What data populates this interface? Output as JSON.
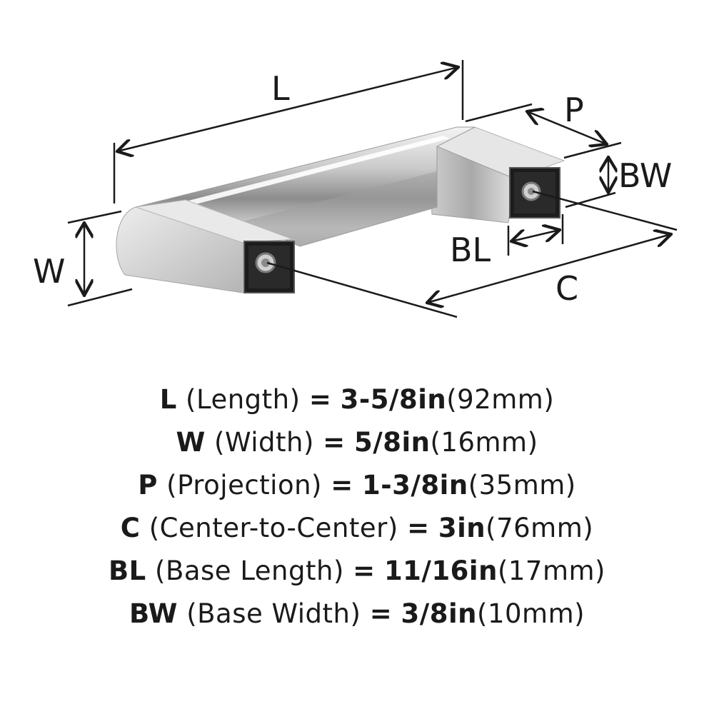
{
  "diagram": {
    "labels": {
      "L": "L",
      "P": "P",
      "BW": "BW",
      "W": "W",
      "BL": "BL",
      "C": "C"
    }
  },
  "specs": [
    {
      "code": "L",
      "name": "(Length)",
      "eq": "=",
      "imperial": "3-5/8in",
      "metric": "(92mm)"
    },
    {
      "code": "W",
      "name": "(Width)",
      "eq": "=",
      "imperial": "5/8in",
      "metric": "(16mm)"
    },
    {
      "code": "P",
      "name": "(Projection)",
      "eq": "=",
      "imperial": "1-3/8in",
      "metric": "(35mm)"
    },
    {
      "code": "C",
      "name": "(Center-to-Center)",
      "eq": "=",
      "imperial": "3in",
      "metric": "(76mm)"
    },
    {
      "code": "BL",
      "name": "(Base Length)",
      "eq": "=",
      "imperial": "11/16in",
      "metric": "(17mm)"
    },
    {
      "code": "BW",
      "name": "(Base Width)",
      "eq": "=",
      "imperial": "3/8in",
      "metric": "(10mm)"
    }
  ]
}
